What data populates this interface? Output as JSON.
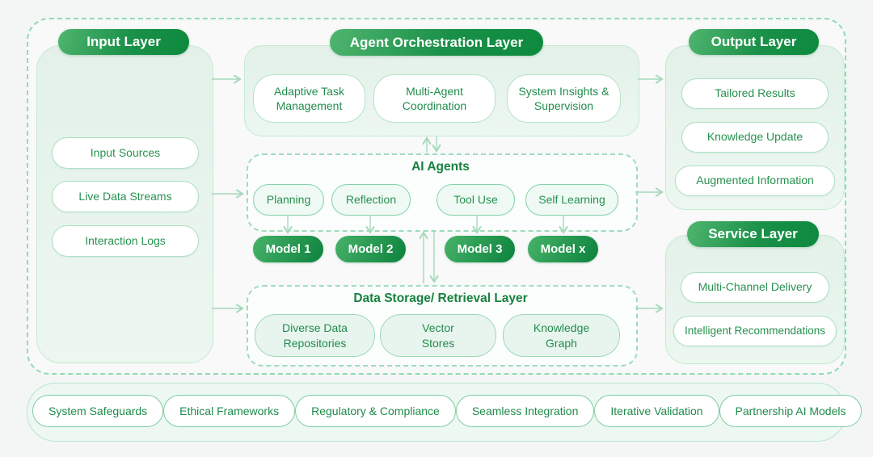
{
  "diagram": {
    "input": {
      "title": "Input Layer",
      "items": [
        "Input Sources",
        "Live Data Streams",
        "Interaction Logs"
      ]
    },
    "orchestration": {
      "title": "Agent Orchestration Layer",
      "items": [
        "Adaptive Task\nManagement",
        "Multi-Agent\nCoordination",
        "System Insights &\nSupervision"
      ]
    },
    "agents": {
      "title": "AI Agents",
      "capabilities": [
        "Planning",
        "Reflection",
        "Tool Use",
        "Self Learning"
      ],
      "models": [
        "Model 1",
        "Model 2",
        "Model 3",
        "Model x"
      ]
    },
    "storage": {
      "title": "Data Storage/ Retrieval Layer",
      "items": [
        "Diverse Data\nRepositories",
        "Vector\nStores",
        "Knowledge\nGraph"
      ]
    },
    "output": {
      "title": "Output Layer",
      "items": [
        "Tailored Results",
        "Knowledge Update",
        "Augmented Information"
      ]
    },
    "service": {
      "title": "Service Layer",
      "items": [
        "Multi-Channel Delivery",
        "Intelligent Recommendations"
      ]
    },
    "foundation": {
      "items": [
        "System Safeguards",
        "Ethical Frameworks",
        "Regulatory & Compliance",
        "Seamless Integration",
        "Iterative Validation",
        "Partnership AI Models"
      ]
    },
    "colors": {
      "header_gradient_start": "#4fb56f",
      "header_gradient_end": "#0d8a3e",
      "title_text": "#17813f",
      "item_text": "#27914f",
      "panel_fill": "#e9f4ee",
      "dashed_border": "#9edcbd",
      "arrow": "#a6d8bb"
    }
  }
}
